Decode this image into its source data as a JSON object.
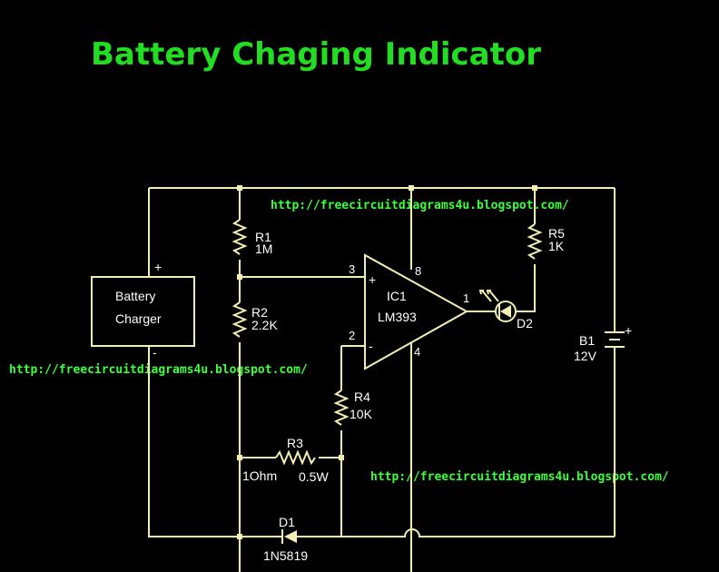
{
  "title": "Battery Chaging Indicator",
  "watermark_url": "http://freecircuitdiagrams4u.blogspot.com/",
  "charger": {
    "line1": "Battery",
    "line2": "Charger",
    "plus": "+",
    "minus": "-"
  },
  "r1": {
    "ref": "R1",
    "value": "1M"
  },
  "r2": {
    "ref": "R2",
    "value": "2.2K"
  },
  "r3": {
    "ref": "R3",
    "value_left": "1Ohm",
    "value_right": "0.5W"
  },
  "r4": {
    "ref": "R4",
    "value": "10K"
  },
  "r5": {
    "ref": "R5",
    "value": "1K"
  },
  "ic": {
    "ref": "IC1",
    "part": "LM393",
    "pin_noninv": "3",
    "pin_inv": "2",
    "pin_vcc": "8",
    "pin_gnd": "4",
    "pin_out": "1",
    "plus": "+",
    "minus": "-"
  },
  "d1": {
    "ref": "D1",
    "part": "1N5819"
  },
  "d2": {
    "ref": "D2"
  },
  "b1": {
    "ref": "B1",
    "value": "12V",
    "plus": "+"
  },
  "colors": {
    "wire": "#f3efb4",
    "title": "#22dd22",
    "url": "#3cff3c",
    "background": "#000000"
  }
}
